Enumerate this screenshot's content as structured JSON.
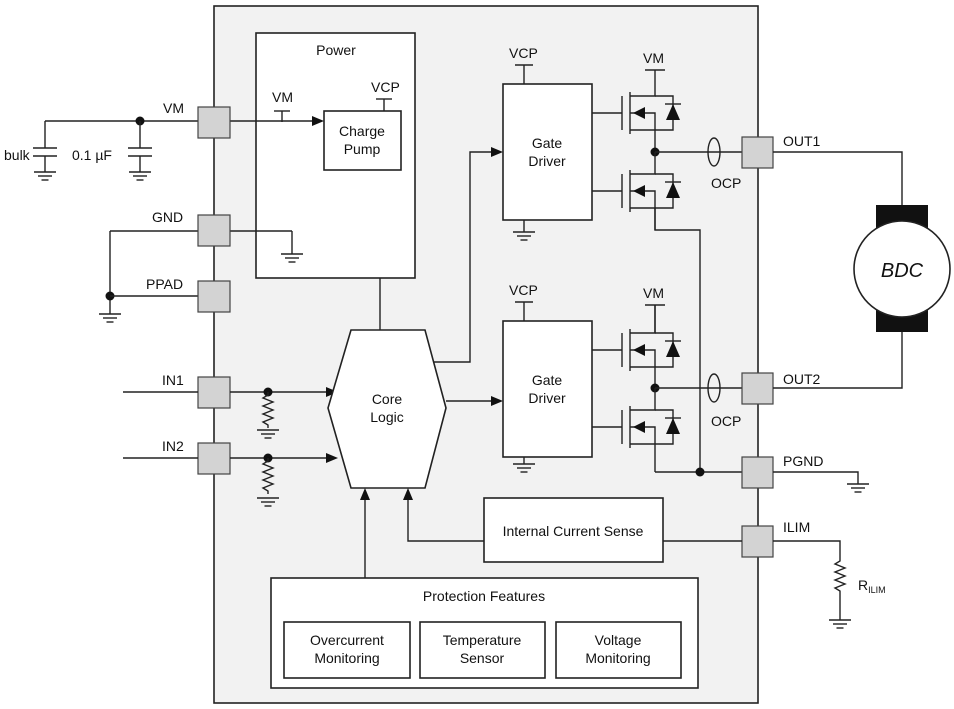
{
  "blocks": {
    "power": "Power",
    "charge_pump_1": "Charge",
    "charge_pump_2": "Pump",
    "gate_driver_1": "Gate",
    "gate_driver_2": "Driver",
    "core_logic_1": "Core",
    "core_logic_2": "Logic",
    "internal_current_sense": "Internal Current Sense",
    "protection_features": "Protection Features",
    "overcurrent_1": "Overcurrent",
    "overcurrent_2": "Monitoring",
    "temperature_1": "Temperature",
    "temperature_2": "Sensor",
    "voltage_1": "Voltage",
    "voltage_2": "Monitoring"
  },
  "pins": {
    "vm": "VM",
    "gnd": "GND",
    "ppad": "PPAD",
    "in1": "IN1",
    "in2": "IN2",
    "out1": "OUT1",
    "out2": "OUT2",
    "pgnd": "PGND",
    "ilim": "ILIM"
  },
  "nets": {
    "vm": "VM",
    "vcp": "VCP",
    "ocp": "OCP"
  },
  "external": {
    "bulk": "bulk",
    "cap": "0.1 µF",
    "motor": "BDC",
    "rilim_main": "R",
    "rilim_sub": "ILIM"
  },
  "colors": {
    "chip_fill": "#f2f2f2",
    "pin_fill": "#d3d3d3",
    "motor_band": "#111111"
  }
}
